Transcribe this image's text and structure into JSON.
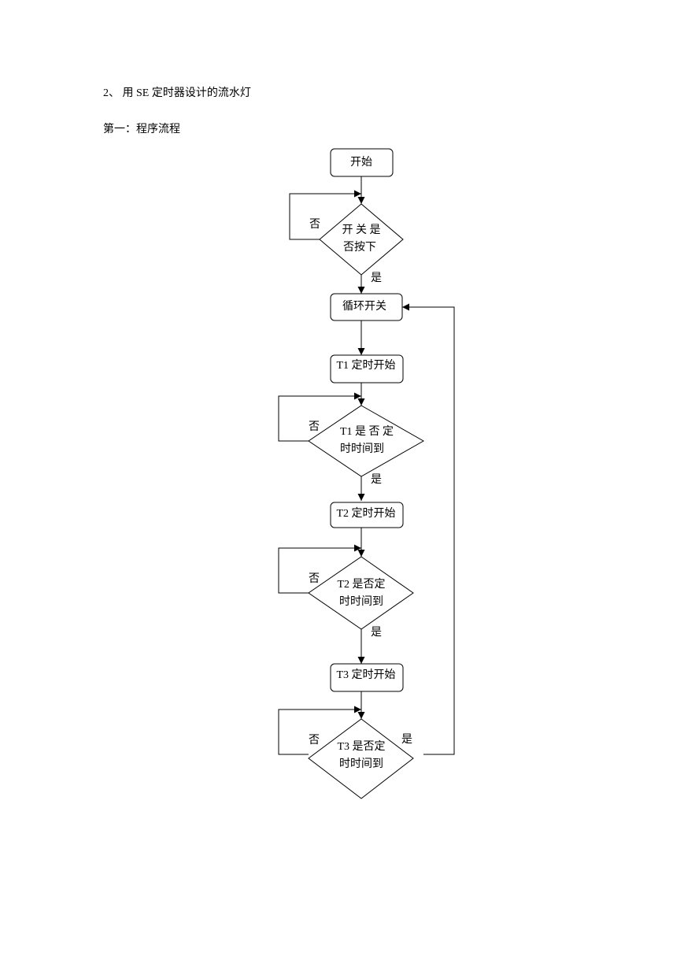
{
  "document": {
    "heading": "2、 用 SE 定时器设计的流水灯",
    "subheading": "第一：程序流程"
  },
  "flowchart": {
    "start": "开始",
    "switch_check": [
      "开 关 是",
      "否按下"
    ],
    "loop_switch": "循环开关",
    "t1_start": "T1 定时开始",
    "t1_check": [
      "T1 是 否 定",
      "时时间到"
    ],
    "t2_start": "T2 定时开始",
    "t2_check": [
      "T2 是否定",
      "时时间到"
    ],
    "t3_start": "T3 定时开始",
    "t3_check": [
      "T3 是否定",
      "时时间到"
    ],
    "yes_label": "是",
    "no_label": "否"
  }
}
